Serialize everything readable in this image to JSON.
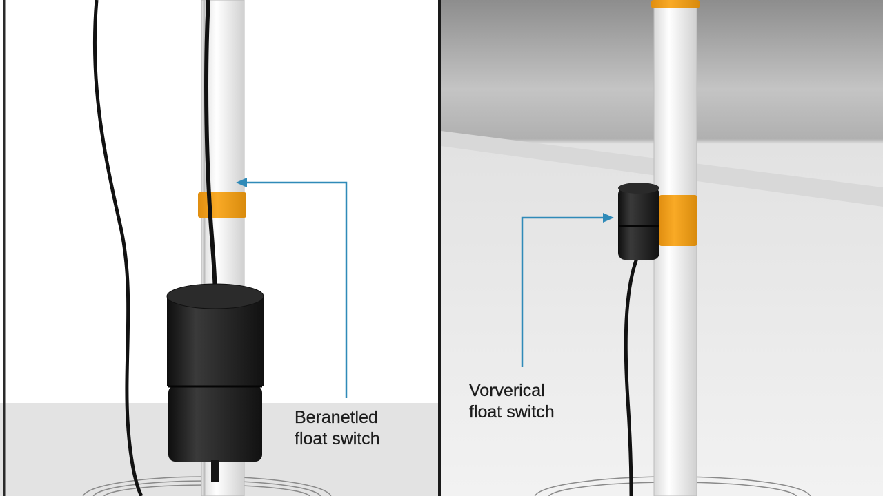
{
  "left_panel": {
    "label_line1": "Beranetled",
    "label_line2": "float switch",
    "pipe_band_color": "#f7a21a",
    "float_color": "#1f1f1f",
    "arrow_color": "#2f8ab8"
  },
  "right_panel": {
    "label_line1": "Vorverical",
    "label_line2": "float switch",
    "pipe_band_color": "#f7a21a",
    "float_color": "#1f1f1f",
    "arrow_color": "#2f8ab8"
  }
}
